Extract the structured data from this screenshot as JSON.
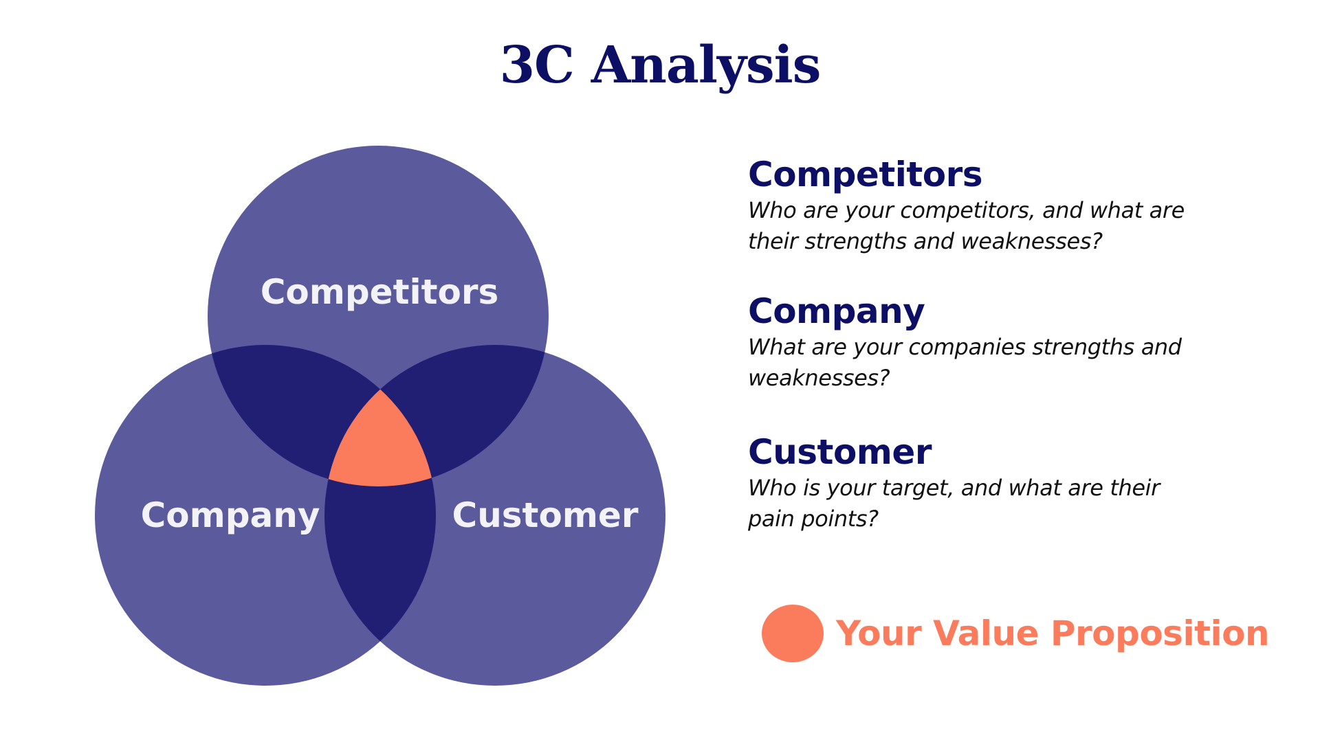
{
  "title": "3C Analysis",
  "diagram": {
    "circle_labels": {
      "competitors": "Competitors",
      "company": "Company",
      "customer": "Customer"
    }
  },
  "descriptions": [
    {
      "heading": "Competitors",
      "text": "Who are your competitors, and what are their strengths and weaknesses?"
    },
    {
      "heading": "Company",
      "text": "What are your companies strengths and weaknesses?"
    },
    {
      "heading": "Customer",
      "text": "Who is your target, and what are their pain points?"
    }
  ],
  "legend": {
    "label": "Your Value Proposition"
  },
  "colors": {
    "circle": "#5b5a9c",
    "overlap": "#211f74",
    "center": "#fb7c5c",
    "heading": "#0c0f63",
    "text": "#111111"
  }
}
